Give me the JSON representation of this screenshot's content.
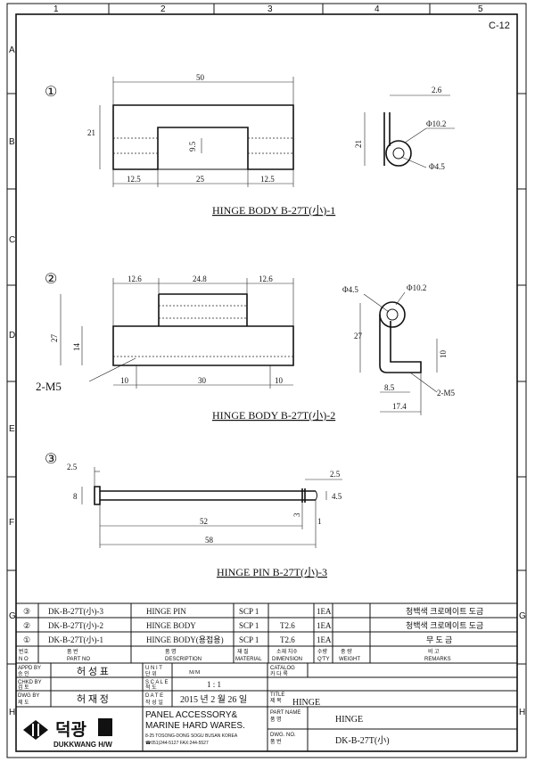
{
  "frame": {
    "columns": [
      "1",
      "2",
      "3",
      "4",
      "5"
    ],
    "rows": [
      "A",
      "B",
      "C",
      "D",
      "E",
      "F",
      "G",
      "H"
    ],
    "sheet_code": "C-12"
  },
  "view1": {
    "marker": "①",
    "d_total": "50",
    "d_height": "21",
    "d_hole": "9.5",
    "d_left": "12.5",
    "d_mid": "25",
    "d_right": "12.5",
    "s_thk": "2.6",
    "s_od": "Φ10.2",
    "s_id": "Φ4.5",
    "s_h": "21",
    "title": "HINGE BODY B-27T(小)-1"
  },
  "view2": {
    "marker": "②",
    "d_left": "12.6",
    "d_mid": "24.8",
    "d_right": "12.6",
    "d_h": "27",
    "d_h2": "14",
    "thread": "2-M5",
    "d_b1": "10",
    "d_b2": "30",
    "d_b3": "10",
    "s_id": "Φ4.5",
    "s_od": "Φ10.2",
    "s_h": "27",
    "s_h2": "10",
    "s_w1": "8.5",
    "s_thread": "2-M5",
    "s_w": "17.4",
    "title": "HINGE BODY B-27T(小)-2"
  },
  "view3": {
    "marker": "③",
    "d_head": "2.5",
    "d_dia": "8",
    "d_len": "52",
    "d_total": "58",
    "d_groove": "3",
    "d_end": "2.5",
    "d_end_dia": "4.5",
    "d_gap": "1",
    "title": "HINGE PIN B-27T(小)-3"
  },
  "bom": {
    "rows": [
      {
        "no": "③",
        "part": "DK-B-27T(小)-3",
        "desc": "HINGE PIN",
        "material": "SCP 1",
        "dimension": "",
        "qty": "1EA",
        "weight": "",
        "remarks": "청백색 크로메이트 도금"
      },
      {
        "no": "②",
        "part": "DK-B-27T(小)-2",
        "desc": "HINGE BODY",
        "material": "SCP 1",
        "dimension": "T2.6",
        "qty": "1EA",
        "weight": "",
        "remarks": "청백색 크로메이트 도금"
      },
      {
        "no": "①",
        "part": "DK-B-27T(小)-1",
        "desc": "HINGE BODY(용접용)",
        "material": "SCP 1",
        "dimension": "T2.6",
        "qty": "1EA",
        "weight": "",
        "remarks": "무 도 금"
      }
    ],
    "headers": [
      {
        "ko": "번호",
        "en": "N O"
      },
      {
        "ko": "품       번",
        "en": "PART     NO"
      },
      {
        "ko": "품       명",
        "en": "DESCRIPTION"
      },
      {
        "ko": "재    질",
        "en": "MATERIAL"
      },
      {
        "ko": "소재 치수",
        "en": "DIMENSION"
      },
      {
        "ko": "수량",
        "en": "Q'TY"
      },
      {
        "ko": "중    량",
        "en": "WEIGHT"
      },
      {
        "ko": "비        고",
        "en": "REMARKS"
      }
    ]
  },
  "title_block": {
    "appd_label": "APPD BY",
    "appd_ko": "승  인",
    "appd_value": "허 성 표",
    "unit_label": "U N I T",
    "unit_ko": "단  위",
    "unit_value": "M/M",
    "catalog_label": "CATALOG",
    "catalog_ko": "카 다 록",
    "chkd_label": "CHKD BY",
    "chkd_ko": "검  토",
    "chkd_value": "",
    "scale_label": "S C A L E",
    "scale_ko": "척  도",
    "scale_value": "1 : 1",
    "title_label": "TITLE",
    "title_ko": "제 목",
    "title_value": "HINGE",
    "dwg_label": "DWG BY",
    "dwg_ko": "제  도",
    "dwg_value": "허 재 정",
    "date_label": "D A T E",
    "date_ko": "작 성 일",
    "date_value": "2015 년 2 월 26 일",
    "company_ko": "덕광",
    "company_en": "DUKKWANG H/W",
    "company_line1": "PANEL ACCESSORY&",
    "company_line2": "MARINE HARD WARES.",
    "company_addr": "8-25 TOSONG-DONG SOGU BUSAN KOREA",
    "company_tel": "☎051)244-5127 FAX:244-5527",
    "partname_label": "PART  NAME",
    "partname_ko": "품     명",
    "partname_value": "HINGE",
    "dwgno_label": "DWG.     NO.",
    "dwgno_ko": "품     번",
    "dwgno_value": "DK-B-27T(小)"
  }
}
